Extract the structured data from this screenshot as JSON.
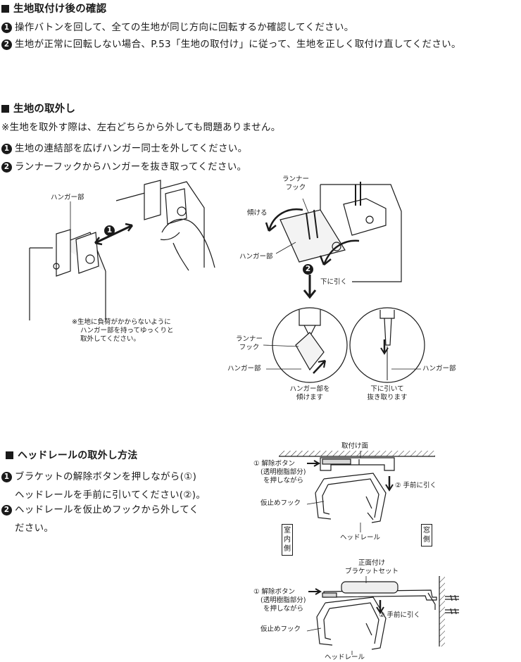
{
  "s1": {
    "title": "生地取付け後の確認",
    "items": [
      {
        "num": "1",
        "text": "操作バトンを回して、全ての生地が同じ方向に回転するか確認してください。"
      },
      {
        "num": "2",
        "text": "生地が正常に回転しない場合、P.53「生地の取付け」に従って、生地を正しく取付け直してください。"
      }
    ]
  },
  "s2": {
    "title": "生地の取外し",
    "note": "※生地を取外す際は、左右どちらから外しても問題ありません。",
    "items": [
      {
        "num": "1",
        "text": "生地の連結部を広げハンガー同士を外してください。"
      },
      {
        "num": "2",
        "text": "ランナーフックからハンガーを抜き取ってください。"
      }
    ],
    "fig": {
      "hanger_part": "ハンガー部",
      "step_badge": "1",
      "caution_lines": [
        "※生地に負荷がかからないように",
        "ハンガー部を持ってゆっくりと",
        "取外してください。"
      ],
      "runner_hook_lines": [
        "ランナー",
        "フック"
      ],
      "tilt": "傾ける",
      "hanger_part_2": "ハンガー部",
      "step2_badge": "2",
      "pull_down": "下に引く",
      "runner_hook_lines_2": [
        "ランナー",
        "フック"
      ],
      "hanger_part_3": "ハンガー部",
      "hanger_part_4": "ハンガー部",
      "caption_left": [
        "ハンガー部を",
        "傾けます"
      ],
      "caption_right": [
        "下に引いて",
        "抜き取ります"
      ]
    }
  },
  "s3": {
    "title": "ヘッドレールの取外し方法",
    "items": [
      {
        "num": "1",
        "lines": [
          "ブラケットの解除ボタンを押しながら(①)",
          "ヘッドレールを手前に引いてください(②)。"
        ]
      },
      {
        "num": "2",
        "lines": [
          "ヘッドレールを仮止めフックから外してく",
          "ださい。"
        ]
      }
    ],
    "fig_top": {
      "mount_surface": "取付け面",
      "release_lines": [
        "① 解除ボタン",
        "(透明樹脂部分)",
        "を押しながら"
      ],
      "pull_forward": "② 手前に引く",
      "temp_hook": "仮止めフック",
      "indoor_side": "室内側",
      "window_side": "窓側",
      "head_rail": "ヘッドレール"
    },
    "fig_bottom": {
      "bracket_set_lines": [
        "正面付け",
        "ブラケットセット"
      ],
      "release_lines": [
        "① 解除ボタン",
        "(透明樹脂部分)",
        "を押しながら"
      ],
      "pull_forward": "② 手前に引く",
      "temp_hook": "仮止めフック",
      "head_rail": "ヘッドレール"
    }
  }
}
